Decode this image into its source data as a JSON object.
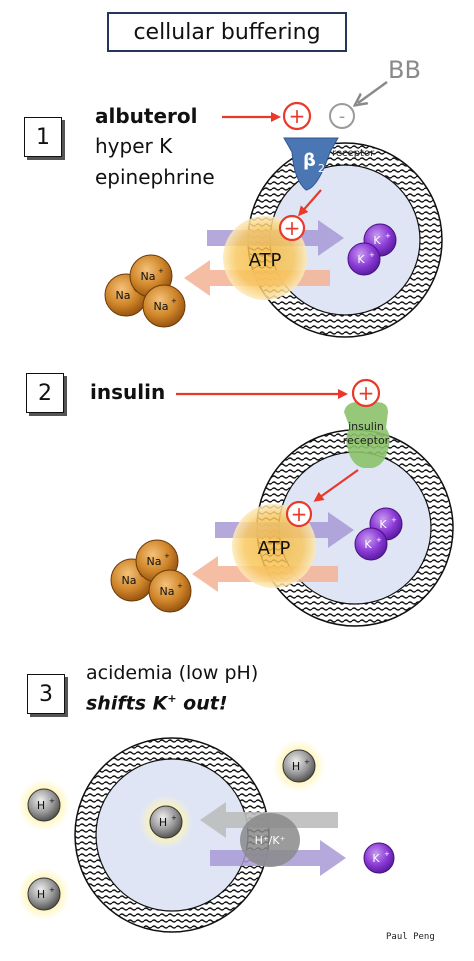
{
  "title": "cellular buffering",
  "section1": {
    "number": "1",
    "lines": [
      "albuterol",
      "hyper K",
      "epinephrine"
    ],
    "blocker": "BB",
    "receptor_symbol": "β",
    "receptor_sub": "2",
    "receptor_label": "receptor",
    "plus": "+",
    "minus": "-",
    "atp": "ATP",
    "k_ion": "K",
    "na_ion": "Na",
    "ion_sup": "+"
  },
  "section2": {
    "number": "2",
    "label": "insulin",
    "receptor_line1": "insulin",
    "receptor_line2": "receptor",
    "plus": "+",
    "atp": "ATP",
    "k_ion": "K",
    "na_ion": "Na",
    "ion_sup": "+"
  },
  "section3": {
    "number": "3",
    "line1": "acidemia (low pH)",
    "line2_prefix": "shifts K",
    "line2_sup": "+",
    "line2_suffix": " out!",
    "h_ion": "H",
    "ion_sup": "+",
    "exchanger": "H⁺/K⁺",
    "k_ion": "K"
  },
  "credit": "Paul Peng",
  "colors": {
    "red_arrow": "#e8392b",
    "beta_receptor": "#4a77b4",
    "insulin_receptor": "#8cc26b",
    "cell_fill": "#dfe5f5",
    "atp_fill": "#f7c352",
    "k_fill": "#8f3fd6",
    "na_fill": "#d3892a",
    "purple_arrow": "#a89ad6",
    "orange_arrow": "#f3b394",
    "gray_arrow": "#bdbdbd"
  }
}
